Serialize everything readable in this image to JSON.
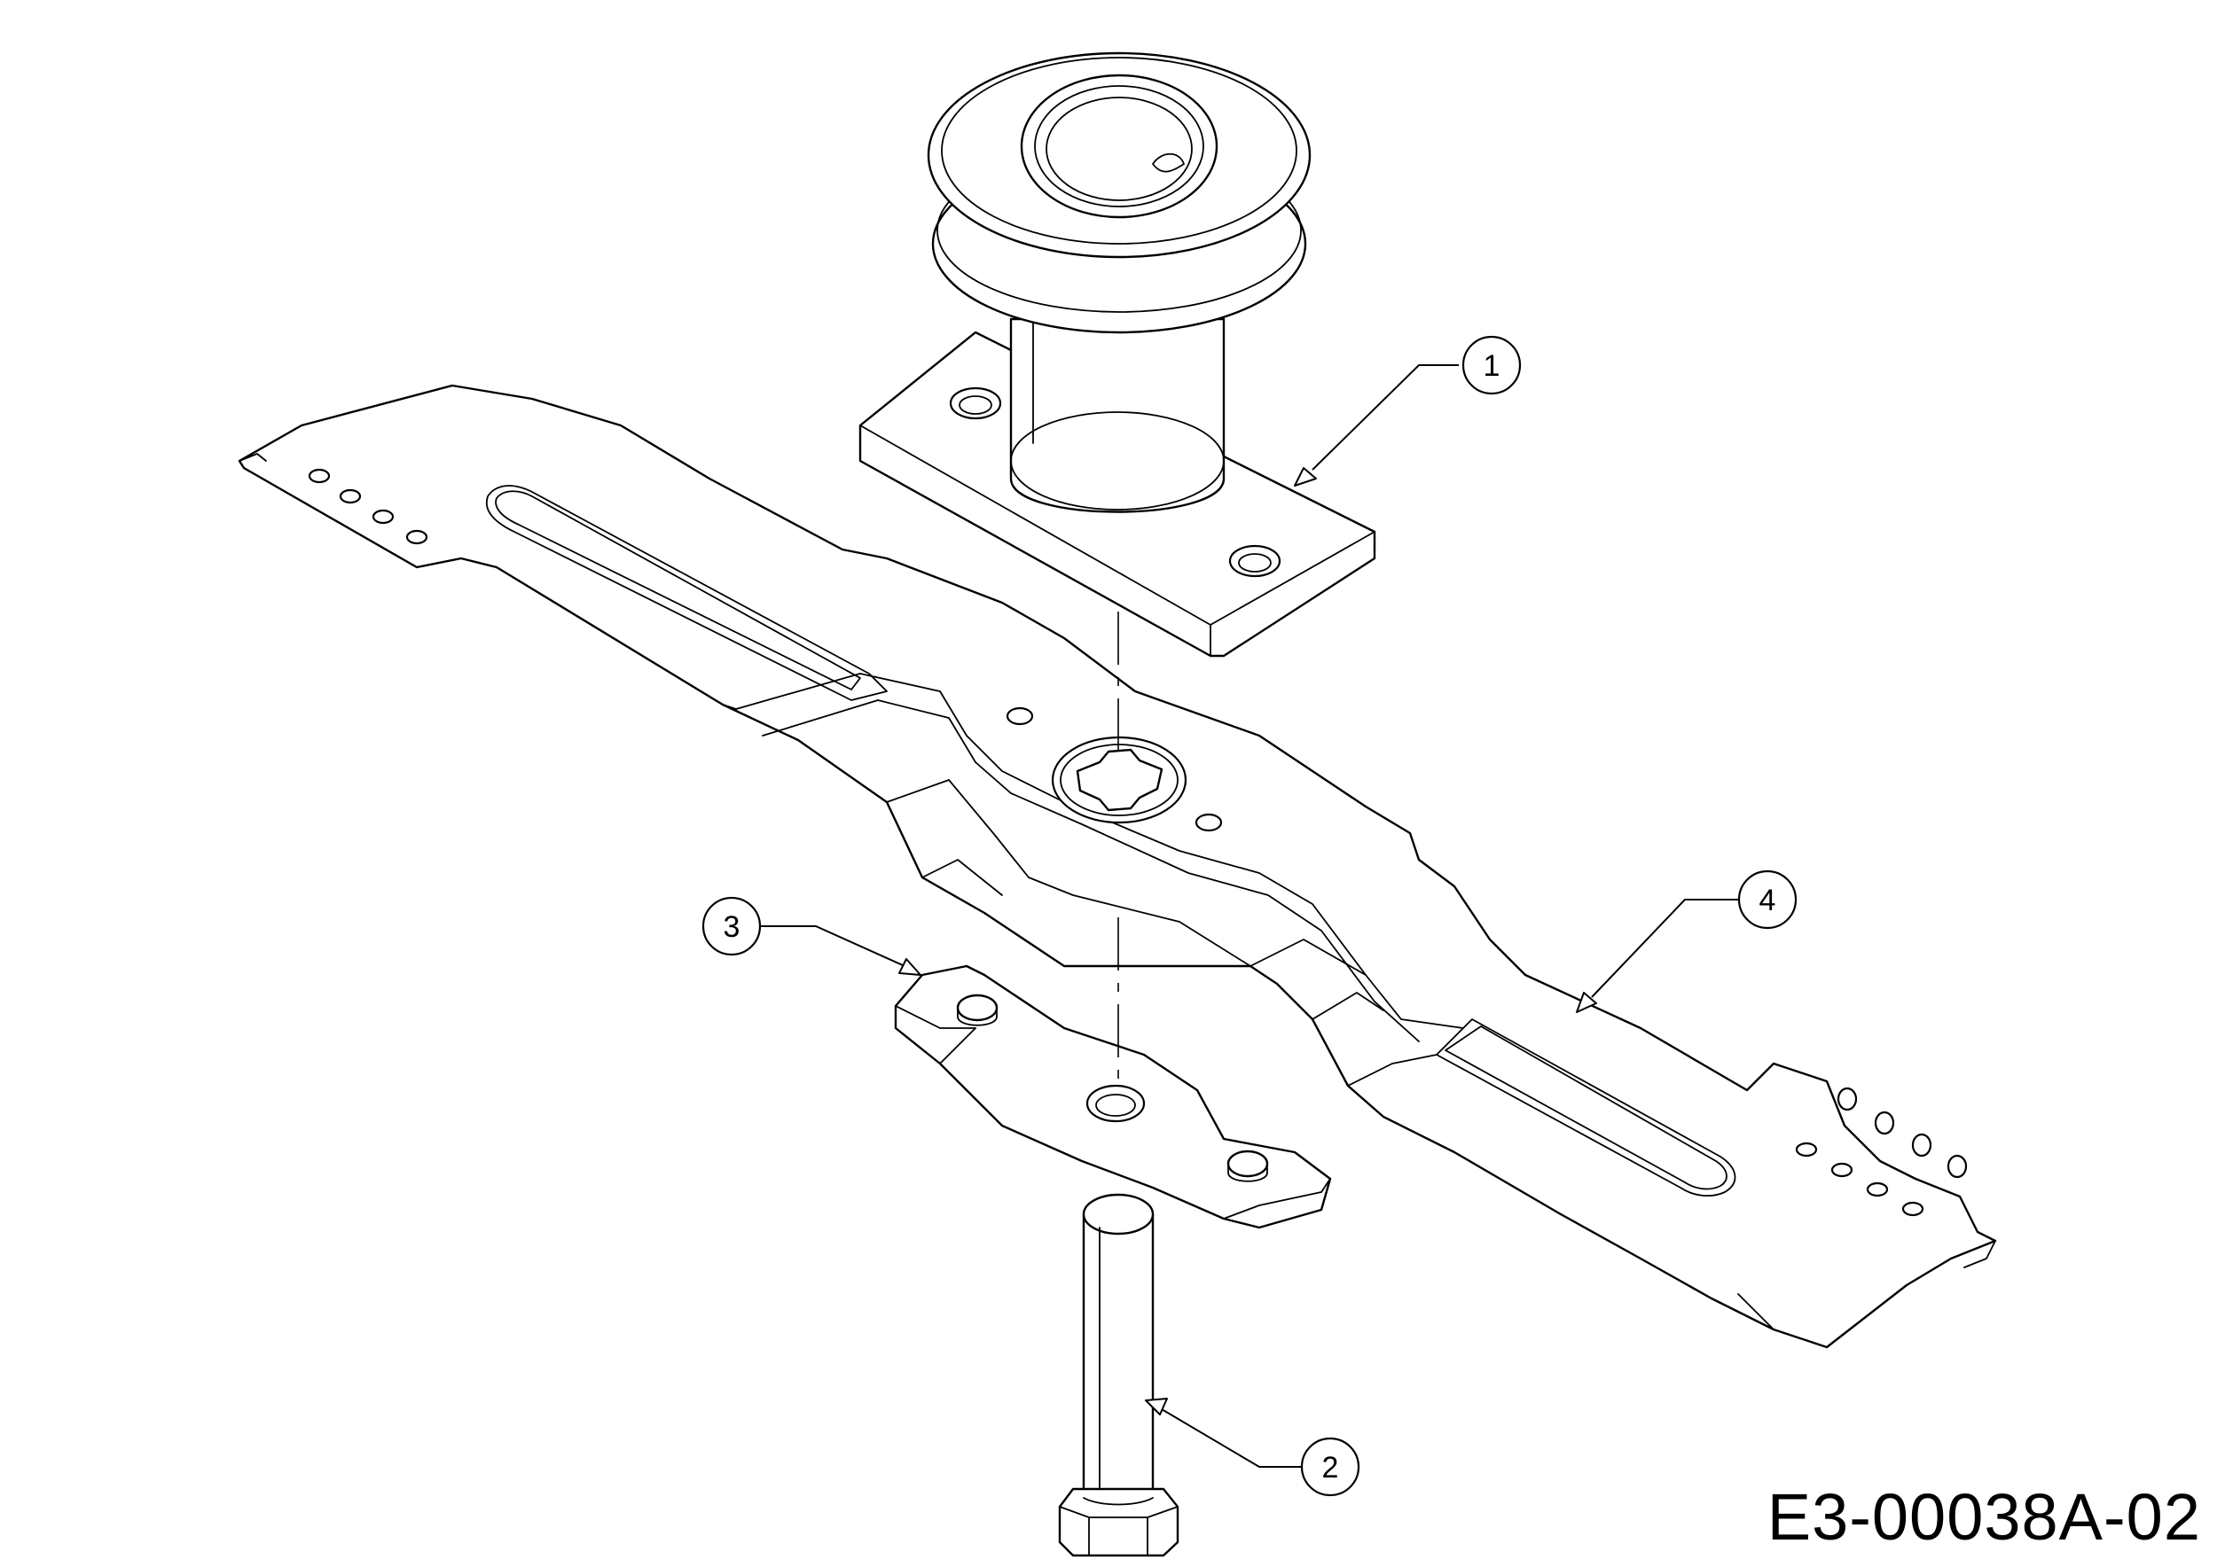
{
  "callouts": [
    {
      "number": "1",
      "part": "spindle-pulley-housing"
    },
    {
      "number": "2",
      "part": "blade-bolt"
    },
    {
      "number": "3",
      "part": "blade-adapter-plate"
    },
    {
      "number": "4",
      "part": "mower-blade"
    }
  ],
  "drawing_id": "E3-00038A-02",
  "colors": {
    "line": "#000000",
    "background": "#ffffff"
  }
}
